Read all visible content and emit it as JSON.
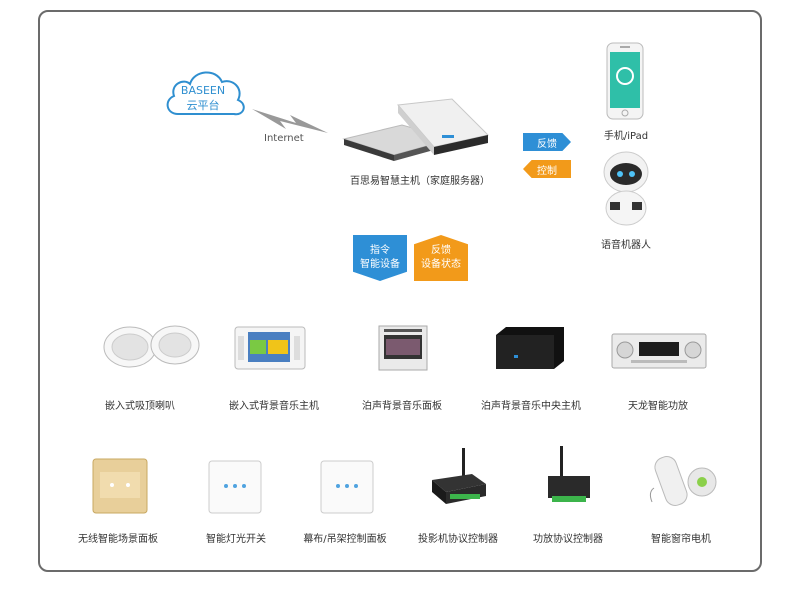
{
  "cloud": {
    "line1": "BASEEN",
    "line2": "云平台"
  },
  "internet_label": "Internet",
  "host_label": "百思易智慧主机（家庭服务器）",
  "feedback_arrow": "反馈",
  "control_arrow": "控制",
  "phone_label": "手机/iPad",
  "robot_label": "语音机器人",
  "command_tag": {
    "line1": "指令",
    "line2": "智能设备"
  },
  "status_tag": {
    "line1": "反馈",
    "line2": "设备状态"
  },
  "row1": [
    "嵌入式吸顶喇叭",
    "嵌入式背景音乐主机",
    "泊声背景音乐面板",
    "泊声背景音乐中央主机",
    "天龙智能功放"
  ],
  "row2": [
    "无线智能场景面板",
    "智能灯光开关",
    "幕布/吊架控制面板",
    "投影机协议控制器",
    "功放协议控制器",
    "智能窗帘电机"
  ],
  "colors": {
    "blue": "#2e8fd6",
    "orange": "#f29a1a",
    "frame": "#6b6b6b",
    "cloud": "#2f8fd0"
  }
}
